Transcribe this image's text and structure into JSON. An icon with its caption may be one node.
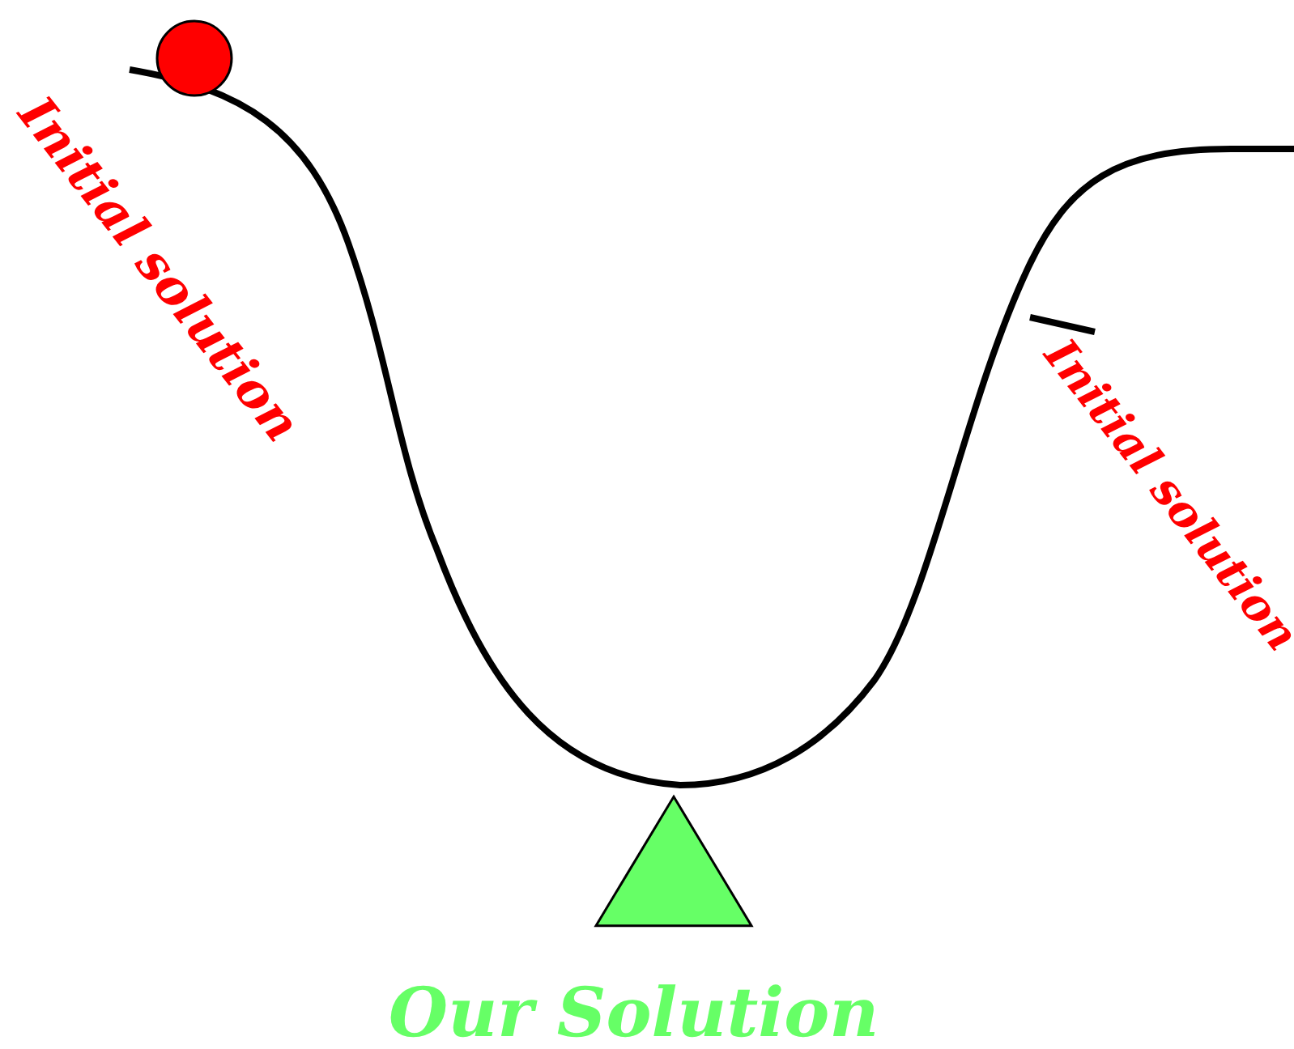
{
  "diagram": {
    "nodes": [
      {
        "text": [],
        "shape": "circle"
      },
      {
        "text": [],
        "shape": "triangle",
        "beside": [
          "Our Solution"
        ]
      }
    ],
    "labels": [
      "Initial solution",
      "Initial solution"
    ]
  }
}
